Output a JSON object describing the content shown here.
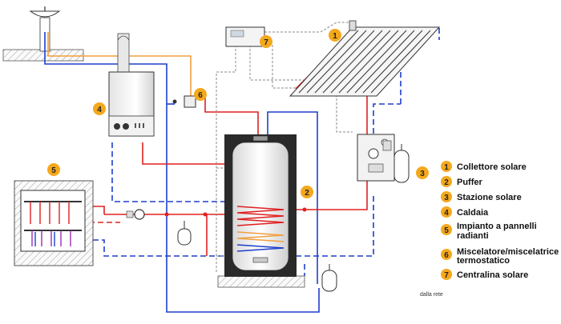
{
  "colors": {
    "hot": "#e02020",
    "cold": "#1e3fcc",
    "domestic": "#f0a040",
    "control": "#888888",
    "badge": "#f4a81c",
    "wall": "#6b6b6b"
  },
  "badges": [
    "1",
    "2",
    "3",
    "4",
    "5",
    "6",
    "7"
  ],
  "legend": [
    {
      "num": "1",
      "label": "Collettore solare"
    },
    {
      "num": "2",
      "label": "Puffer"
    },
    {
      "num": "3",
      "label": "Stazione solare"
    },
    {
      "num": "4",
      "label": "Caldaia"
    },
    {
      "num": "5",
      "label": [
        "Impianto a pannelli",
        "radianti"
      ]
    },
    {
      "num": "6",
      "label": [
        "Miscelatore/miscelatrice",
        "termostatico"
      ]
    },
    {
      "num": "7",
      "label": "Centralina solare"
    }
  ],
  "note": "dalla rete",
  "icons": [
    "sink-icon",
    "solar-collector-icon",
    "boiler-icon",
    "storage-tank-icon",
    "pump-station-icon",
    "expansion-vessel-icon",
    "controller-icon",
    "floor-heating-manifold-icon",
    "thermostatic-mixer-icon",
    "circulation-pump-icon"
  ]
}
